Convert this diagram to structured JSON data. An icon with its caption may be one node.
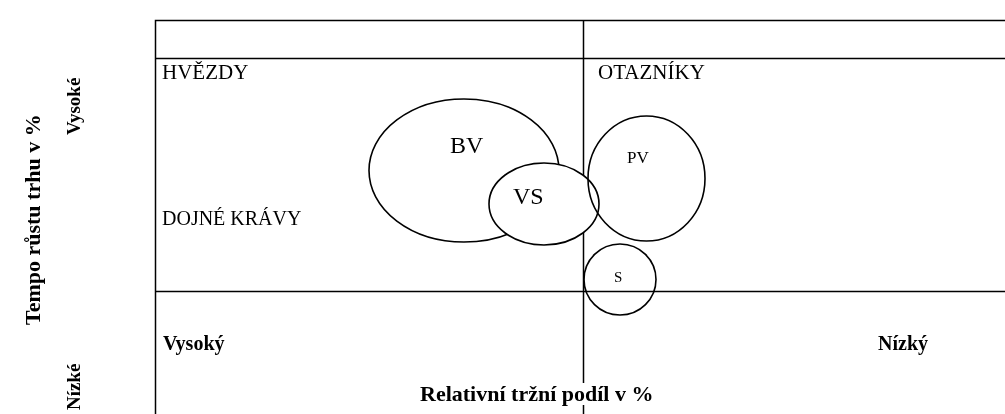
{
  "diagram": {
    "nodes": [
      {
        "text": [
          "BV"
        ]
      },
      {
        "text": [
          "VS"
        ]
      },
      {
        "text": [
          "PV"
        ]
      },
      {
        "text": [
          "S"
        ]
      }
    ],
    "labels": [
      "Tempo růstu trhu v %",
      "Vysoké",
      "Nízké",
      "HVĚZDY",
      "OTAZNÍKY",
      "DOJNÉ KRÁVY",
      "Vysoký",
      "Nízký",
      "Relativní tržní podíl v %"
    ]
  }
}
